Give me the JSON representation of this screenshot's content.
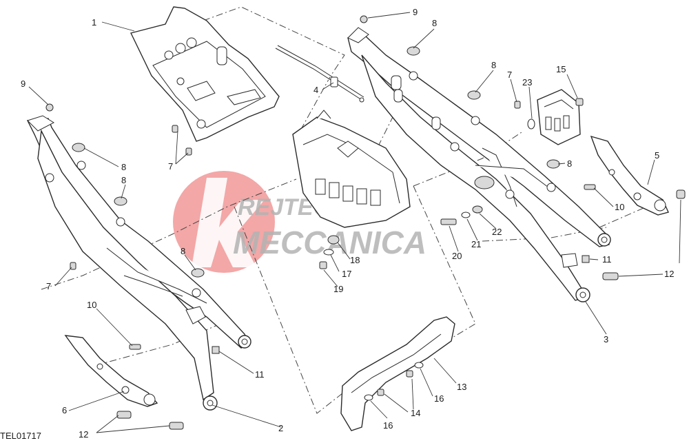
{
  "diagram": {
    "drawing_code": "TEL01717",
    "callouts": [
      "1",
      "2",
      "3",
      "4",
      "5",
      "6",
      "7",
      "7",
      "7",
      "8",
      "8",
      "8",
      "8",
      "8",
      "8",
      "9",
      "9",
      "10",
      "10",
      "11",
      "11",
      "12",
      "12",
      "13",
      "14",
      "15",
      "16",
      "16",
      "17",
      "18",
      "19",
      "20",
      "21",
      "22",
      "23"
    ]
  },
  "watermark": {
    "logo_letter": "K",
    "line1": "REJTECH",
    "line2": "MECCANICA",
    "colors": {
      "disc": "#f08a8a",
      "text": "#9a9a9a"
    }
  },
  "colors": {
    "line": "#2a2a2a",
    "background": "#ffffff"
  }
}
